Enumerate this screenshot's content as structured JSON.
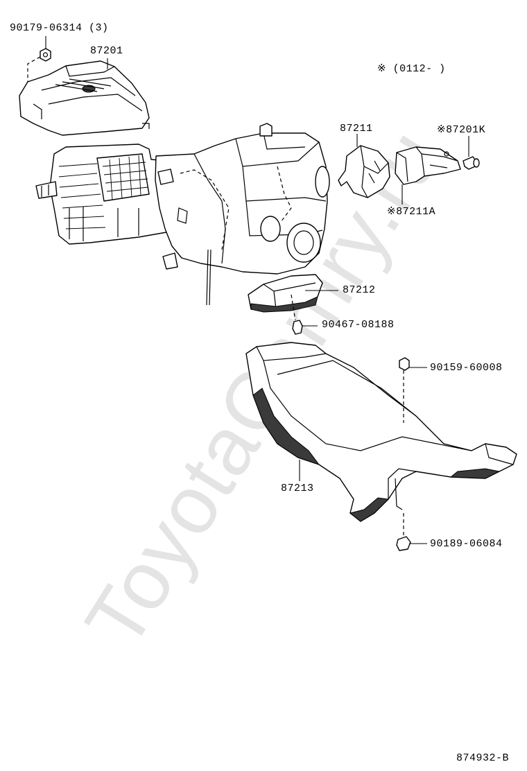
{
  "watermark": "ToyotaCamry.ru",
  "diagram_id": "874932-B",
  "note": "※ (0112-        )",
  "callouts": {
    "c90179": "90179-06314 (3)",
    "c87201": "87201",
    "c87211": "87211",
    "c87201k": "※87201K",
    "c87211a": "※87211A",
    "c87212": "87212",
    "c90467": "90467-08188",
    "c90159": "90159-60008",
    "c87213": "87213",
    "c90189": "90189-06084"
  }
}
